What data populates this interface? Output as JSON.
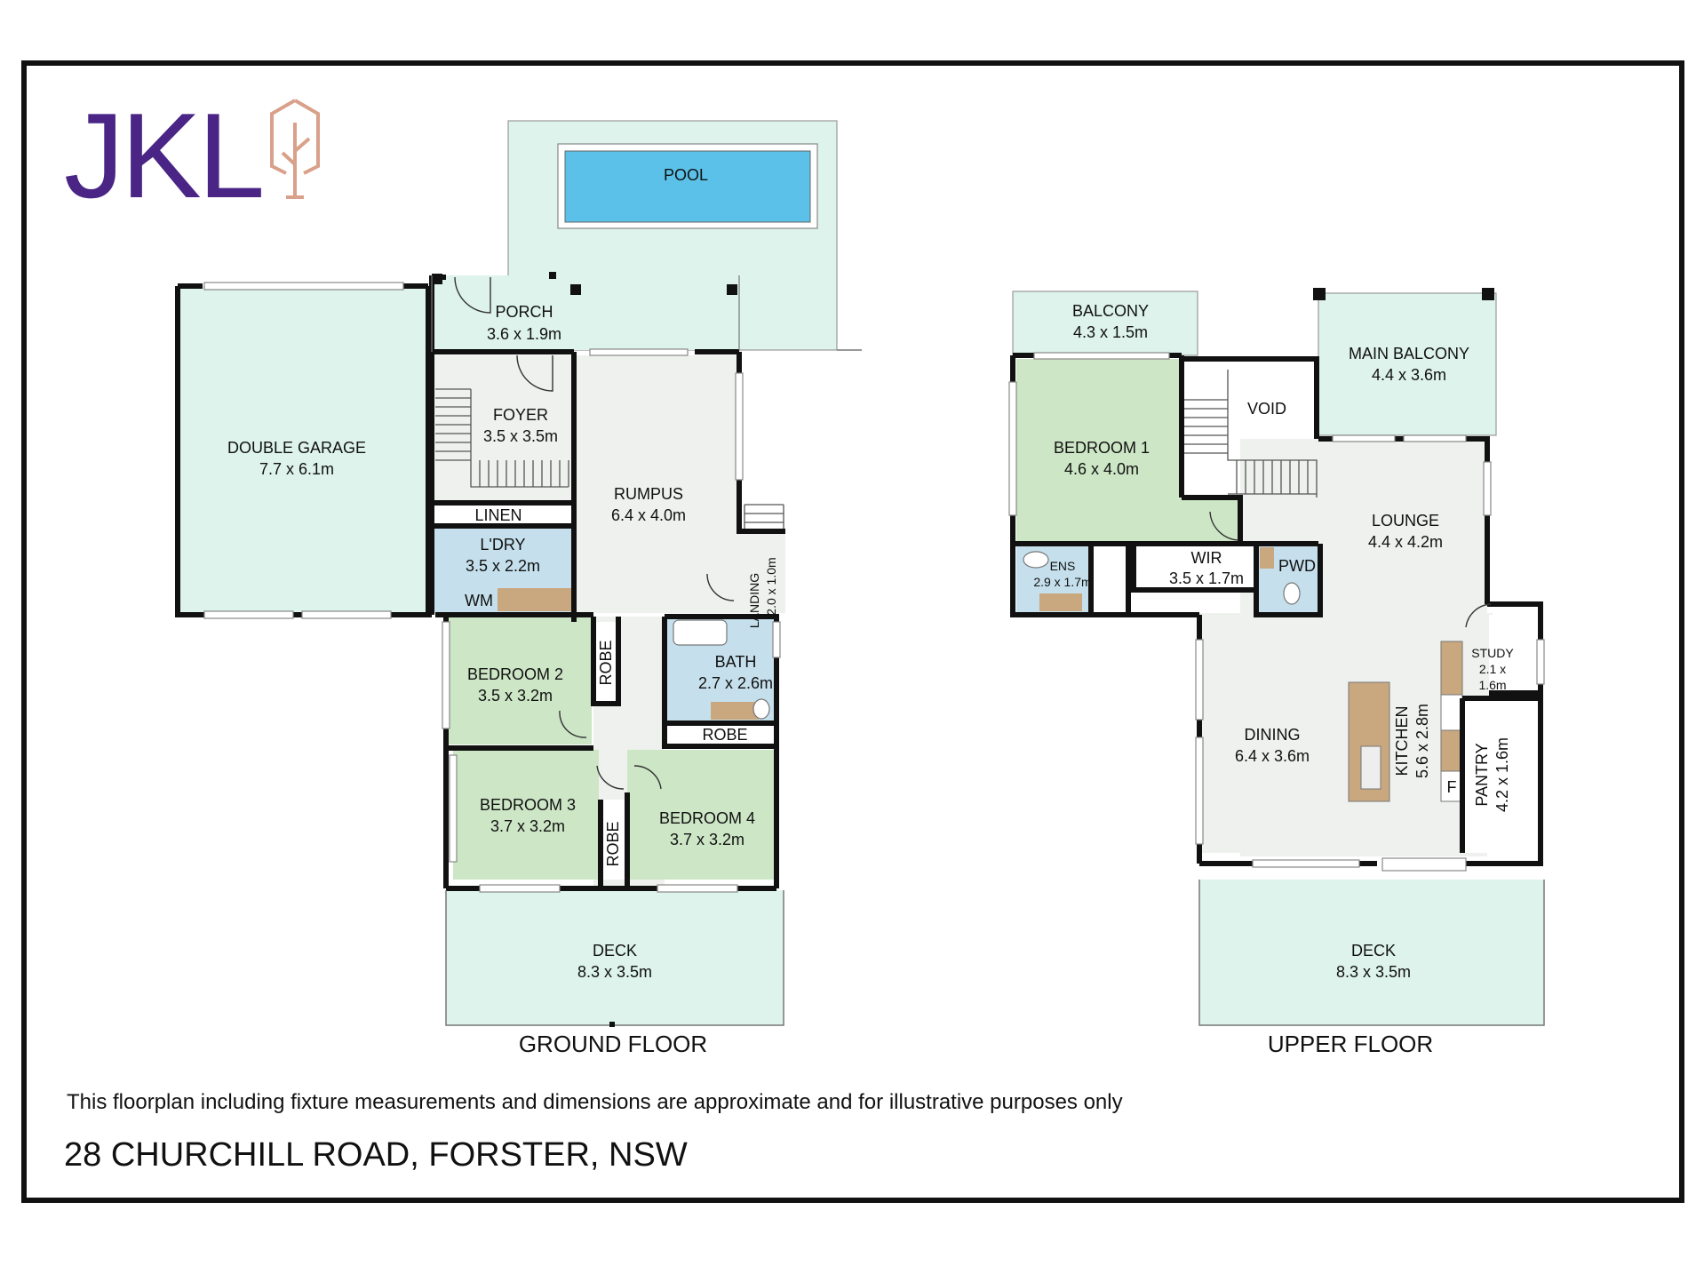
{
  "brand": {
    "logo_text": "JKL",
    "logo_color": "#4a2586",
    "icon_color": "#d9a08a"
  },
  "colors": {
    "outdoor": "#ddf3ec",
    "bedroom": "#cde6c6",
    "wet": "#c5e0ec",
    "living": "#eef1ed",
    "pool": "#5bc1e8",
    "cabinet": "#c9a77f",
    "wall": "#111111"
  },
  "ground_floor": {
    "label": "GROUND FLOOR",
    "rooms": {
      "pool": {
        "name": "POOL"
      },
      "porch": {
        "name": "PORCH",
        "dims": "3.6 x 1.9m"
      },
      "garage": {
        "name": "DOUBLE GARAGE",
        "dims": "7.7 x 6.1m"
      },
      "foyer": {
        "name": "FOYER",
        "dims": "3.5 x 3.5m"
      },
      "rumpus": {
        "name": "RUMPUS",
        "dims": "6.4 x 4.0m"
      },
      "linen": {
        "name": "LINEN"
      },
      "laundry": {
        "name": "L'DRY",
        "dims": "3.5 x 2.2m",
        "fixture": "WM"
      },
      "landing": {
        "name": "LANDING",
        "dims": "2.0 x 1.0m"
      },
      "bedroom2": {
        "name": "BEDROOM 2",
        "dims": "3.5 x 3.2m"
      },
      "robe2": {
        "name": "ROBE"
      },
      "bath": {
        "name": "BATH",
        "dims": "2.7 x 2.6m"
      },
      "robe4": {
        "name": "ROBE"
      },
      "bedroom3": {
        "name": "BEDROOM 3",
        "dims": "3.7 x 3.2m"
      },
      "robe3": {
        "name": "ROBE"
      },
      "bedroom4": {
        "name": "BEDROOM 4",
        "dims": "3.7 x 3.2m"
      },
      "deck": {
        "name": "DECK",
        "dims": "8.3 x 3.5m"
      }
    }
  },
  "upper_floor": {
    "label": "UPPER FLOOR",
    "rooms": {
      "balcony": {
        "name": "BALCONY",
        "dims": "4.3 x 1.5m"
      },
      "main_balcony": {
        "name": "MAIN BALCONY",
        "dims": "4.4 x 3.6m"
      },
      "void": {
        "name": "VOID"
      },
      "bedroom1": {
        "name": "BEDROOM 1",
        "dims": "4.6 x 4.0m"
      },
      "lounge": {
        "name": "LOUNGE",
        "dims": "4.4 x 4.2m"
      },
      "ens": {
        "name": "ENS",
        "dims": "2.9 x 1.7m"
      },
      "wir": {
        "name": "WIR",
        "dims": "3.5 x 1.7m"
      },
      "pwd": {
        "name": "PWD"
      },
      "study": {
        "name": "STUDY",
        "dims1": "2.1 x",
        "dims2": "1.6m"
      },
      "dining": {
        "name": "DINING",
        "dims": "6.4 x 3.6m"
      },
      "kitchen": {
        "name": "KITCHEN",
        "dims": "5.6 x 2.8m",
        "fixture": "F"
      },
      "pantry": {
        "name": "PANTRY",
        "dims": "4.2 x 1.6m"
      },
      "deck": {
        "name": "DECK",
        "dims": "8.3 x 3.5m"
      }
    }
  },
  "disclaimer": "This floorplan including fixture measurements and dimensions are approximate and for illustrative purposes only",
  "address": "28 CHURCHILL ROAD, FORSTER, NSW"
}
